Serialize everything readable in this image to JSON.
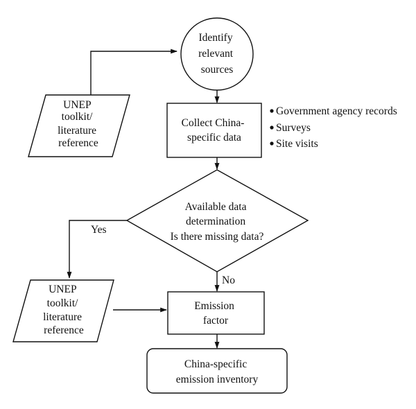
{
  "nodes": {
    "identify": {
      "lines": [
        "Identify",
        "relevant",
        "sources"
      ]
    },
    "unep_top": {
      "lines": [
        "UNEP",
        "toolkit/",
        "literature",
        "reference"
      ]
    },
    "collect": {
      "lines": [
        "Collect China-",
        "specific data"
      ]
    },
    "bullets": {
      "items": [
        "Government agency records",
        "Surveys",
        "Site visits"
      ]
    },
    "decision": {
      "lines": [
        "Available data",
        "determination",
        "Is there missing data?"
      ]
    },
    "unep_bottom": {
      "lines": [
        "UNEP",
        "toolkit/",
        "literature",
        "reference"
      ]
    },
    "emission_factor": {
      "lines": [
        "Emission",
        "factor"
      ]
    },
    "inventory": {
      "lines": [
        "China-specific",
        "emission inventory"
      ]
    }
  },
  "edges": {
    "yes_label": "Yes",
    "no_label": "No"
  }
}
